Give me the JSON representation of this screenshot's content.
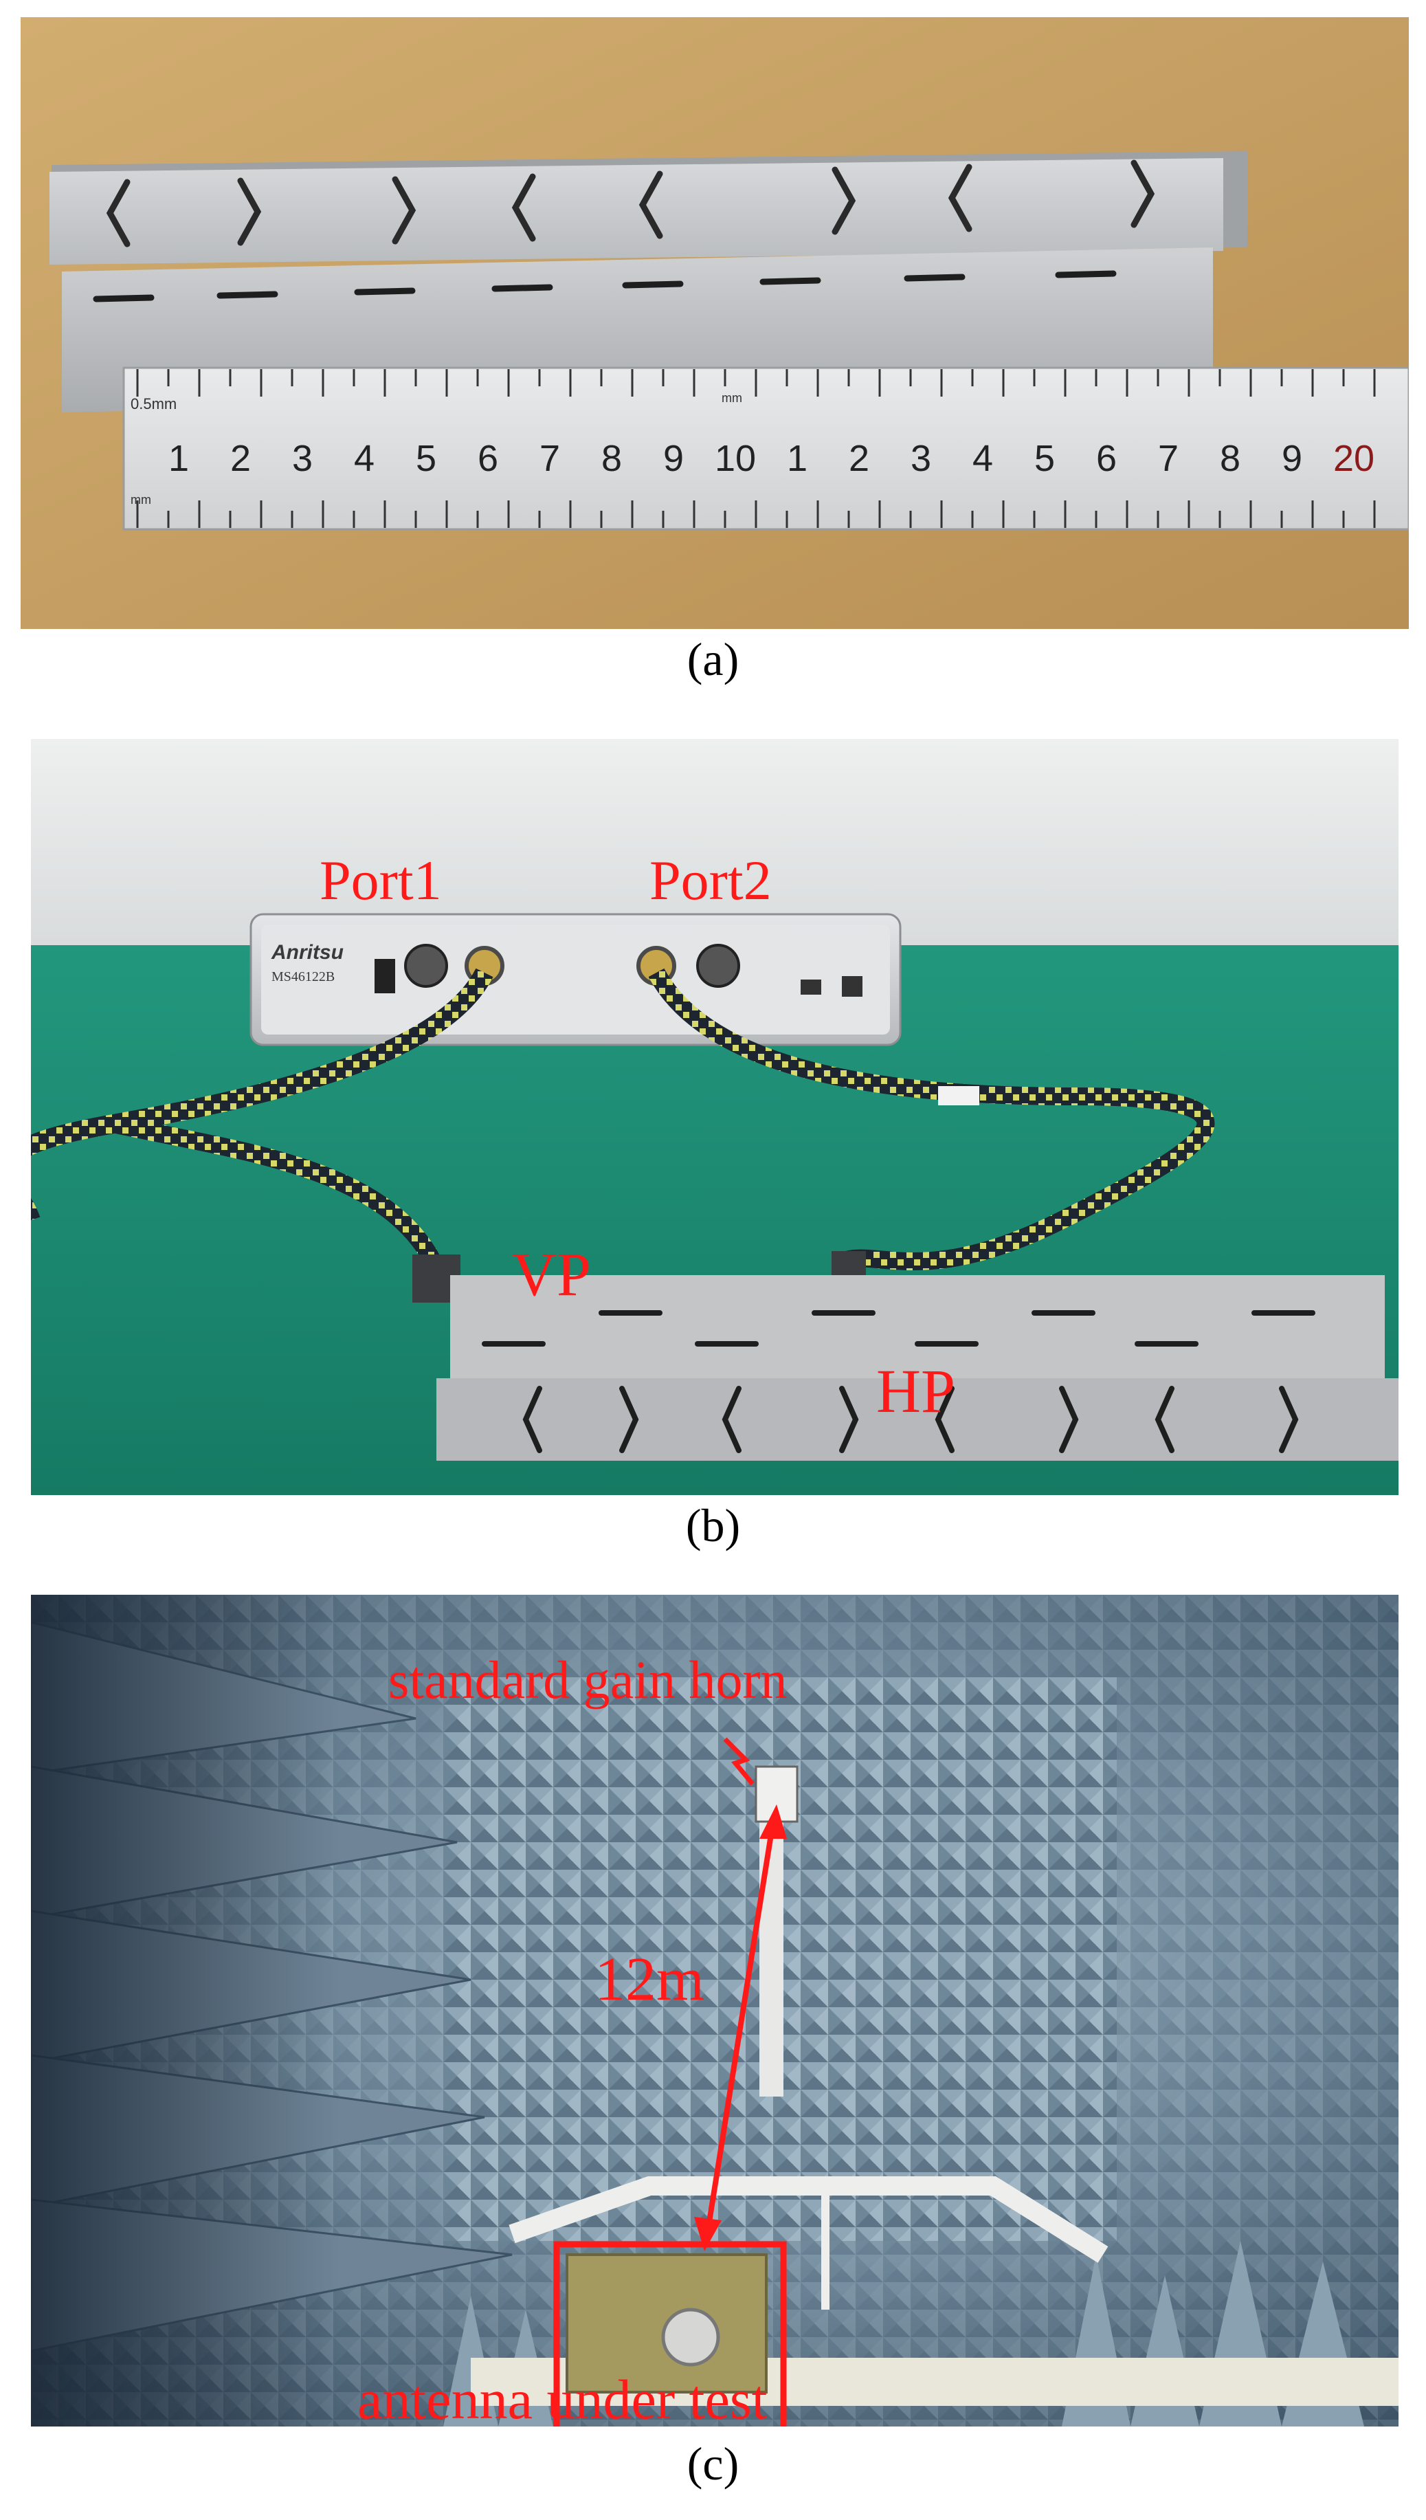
{
  "panels": {
    "a": {
      "caption": "(a)",
      "ruler_top_label": "0.5mm",
      "ruler_mm_top": "mm",
      "ruler_mm_bottom": "mm",
      "ruler_numbers": [
        "1",
        "2",
        "3",
        "4",
        "5",
        "6",
        "7",
        "8",
        "9",
        "10",
        "1",
        "2",
        "3",
        "4",
        "5",
        "6",
        "7",
        "8",
        "9",
        "20"
      ]
    },
    "b": {
      "caption": "(b)",
      "port1": "Port1",
      "port2": "Port2",
      "vp": "VP",
      "hp": "HP",
      "device_brand": "Anritsu",
      "device_model": "MS46122B"
    },
    "c": {
      "caption": "(c)",
      "horn_label": "standard gain horn",
      "distance_label": "12m",
      "aut_label": "antenna under test"
    }
  },
  "colors": {
    "annotation_red": "#ff1a1a",
    "table_green": "#1c8a72",
    "panel_a_background": "#c9a66b",
    "aluminum": "#c8cacc",
    "chamber_blue": "#3e5a72"
  }
}
